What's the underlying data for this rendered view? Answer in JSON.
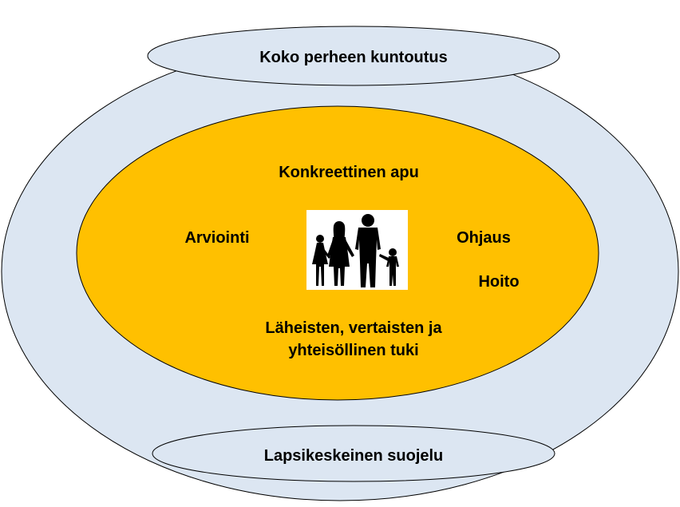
{
  "diagram": {
    "outer_label": "",
    "top_label": "Koko perheen kuntoutus",
    "bottom_label": "Lapsikeskeinen suojelu",
    "inner": {
      "top": "Konkreettinen apu",
      "left": "Arviointi",
      "right_top": "Ohjaus",
      "right_bottom": "Hoito",
      "bottom_line1": "Läheisten, vertaisten ja",
      "bottom_line2": "yhteisöllinen tuki"
    },
    "center_image": "family-silhouette-icon",
    "colors": {
      "outer_fill": "#dce6f2",
      "inner_fill": "#ffc000",
      "stroke": "#000000",
      "silhouette": "#000000"
    }
  }
}
